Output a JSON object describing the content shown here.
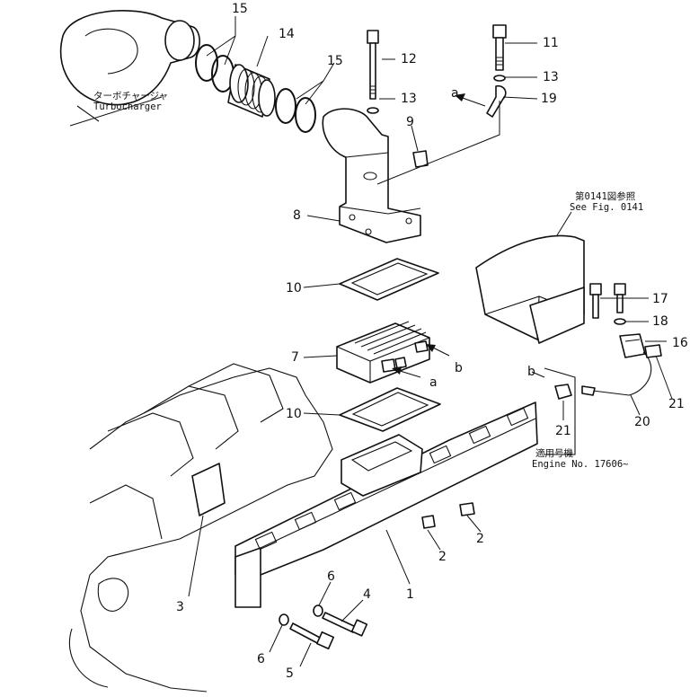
{
  "labels": {
    "turbo_jp": "ターボチャージャ",
    "turbo_en": "Turbocharger",
    "see_fig_jp": "第0141図参照",
    "see_fig_en": "See Fig. 0141",
    "applic_jp": "適用号機",
    "applic_en": "Engine No. 17606~",
    "letter_a": "a",
    "letter_b": "b"
  },
  "callouts": {
    "n1": "1",
    "n2a": "2",
    "n2b": "2",
    "n3": "3",
    "n4": "4",
    "n5": "5",
    "n6a": "6",
    "n6b": "6",
    "n7": "7",
    "n8": "8",
    "n9": "9",
    "n10a": "10",
    "n10b": "10",
    "n11": "11",
    "n12": "12",
    "n13a": "13",
    "n13b": "13",
    "n14": "14",
    "n15a": "15",
    "n15b": "15",
    "n16": "16",
    "n17": "17",
    "n18": "18",
    "n19": "19",
    "n20": "20",
    "n21a": "21",
    "n21b": "21"
  }
}
